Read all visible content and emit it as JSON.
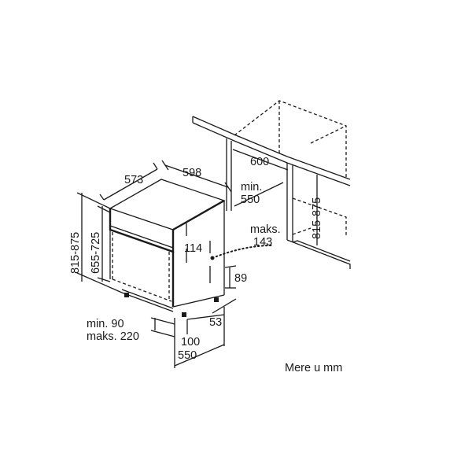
{
  "labels": {
    "width_top": "598",
    "depth_top": "573",
    "niche_width": "600",
    "niche_depth_min": "min.",
    "niche_depth_value": "550",
    "niche_height": "815-875",
    "height_total": "815-875",
    "height_body": "655-725",
    "panel_height": "114",
    "max_label": "maks.",
    "max_value": "143",
    "side_height": "89",
    "foot_offset": "53",
    "plinth_min": "min. 90",
    "plinth_max": "maks. 220",
    "plinth_depth": "100",
    "base_depth": "550",
    "units_note": "Mere u mm"
  }
}
